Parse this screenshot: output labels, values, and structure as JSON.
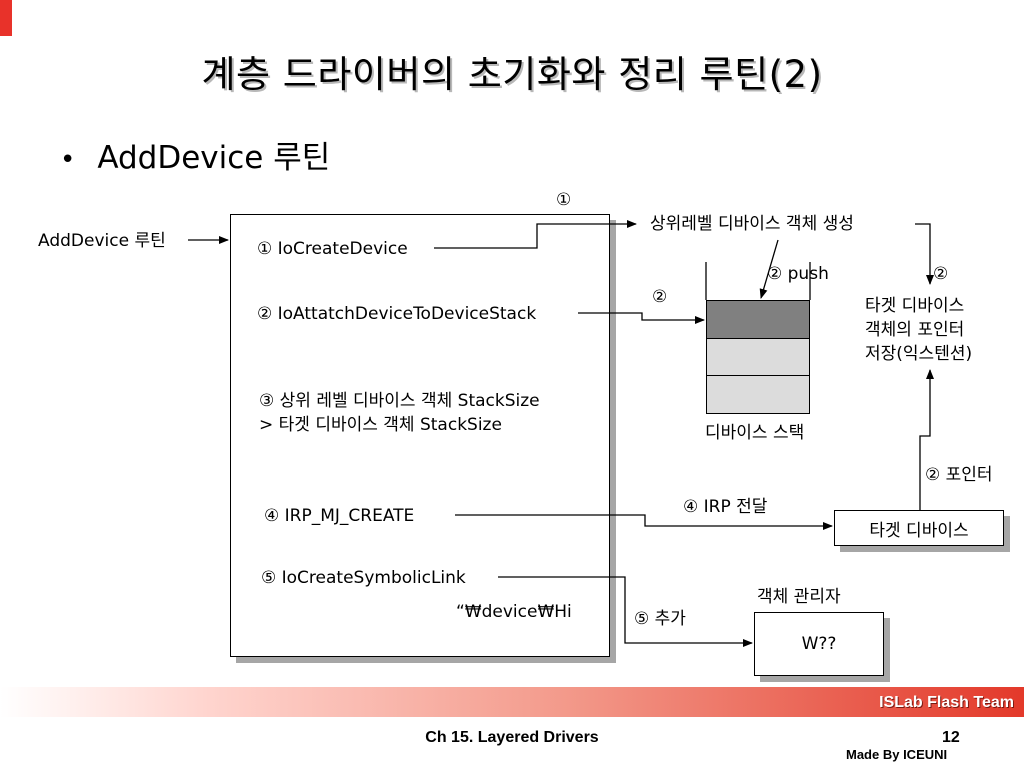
{
  "title": "계층 드라이버의 초기화와 정리 루틴(2)",
  "bullet": {
    "marker": "•",
    "text": "AddDevice 루틴"
  },
  "diagram": {
    "entry_label": "AddDevice 루틴",
    "steps": {
      "s1": "① IoCreateDevice",
      "s2": "② IoAttatchDeviceToDeviceStack",
      "s3_line1": "③ 상위 레벨 디바이스 객체 StackSize",
      "s3_line2": "> 타겟 디바이스 객체 StackSize",
      "s4": "④ IRP_MJ_CREATE",
      "s5": "⑤ IoCreateSymbolicLink",
      "symlink_name": "“₩device₩Hi"
    },
    "marker_1_top": "①",
    "upper_object": "상위레벨 디바이스 객체 생성",
    "push_label": "② push",
    "marker_2_left": "②",
    "marker_2_right": "②",
    "pointer_store_line1": "타겟 디바이스",
    "pointer_store_line2": "객체의 포인터",
    "pointer_store_line3": "저장(익스텐션)",
    "device_stack_label": "디바이스 스택",
    "pointer_label": "② 포인터",
    "irp_label": "④ IRP 전달",
    "target_device": "타겟 디바이스",
    "add_label": "⑤ 추가",
    "object_manager_label": "객체 관리자",
    "object_manager_content": "W??"
  },
  "footer": {
    "team": "ISLab Flash Team",
    "chapter": "Ch 15. Layered Drivers",
    "page": "12",
    "made_by": "Made By ICEUNI"
  },
  "colors": {
    "accent_red": "#e3392a",
    "stack_top": "#808080",
    "stack_lower": "#dcdcdc"
  }
}
